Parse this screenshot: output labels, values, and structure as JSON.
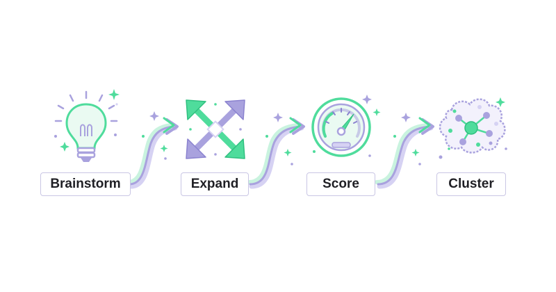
{
  "steps": [
    {
      "label": "Brainstorm",
      "icon": "lightbulb-icon"
    },
    {
      "label": "Expand",
      "icon": "expand-arrows-icon"
    },
    {
      "label": "Score",
      "icon": "gauge-icon"
    },
    {
      "label": "Cluster",
      "icon": "cluster-network-icon"
    }
  ],
  "colors": {
    "green": "#4fdc9c",
    "purple": "#a9a2de",
    "purple_light": "#d6d2f3",
    "green_light": "#c9f3df",
    "text": "#1f1f24",
    "border": "#c9c6e4"
  }
}
